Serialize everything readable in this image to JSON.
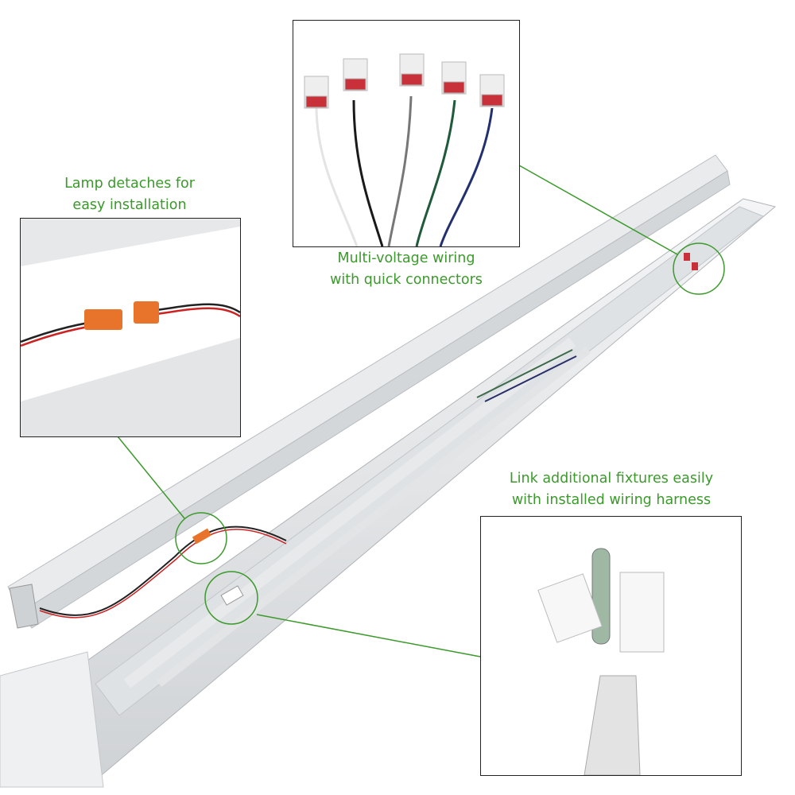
{
  "callouts": {
    "lamp": {
      "line1": "Lamp detaches for",
      "line2": "easy installation"
    },
    "wiring": {
      "line1": "Multi-voltage wiring",
      "line2": "with quick connectors"
    },
    "harness": {
      "line1": "Link additional fixtures easily",
      "line2": "with installed wiring harness"
    }
  },
  "colors": {
    "accent": "#3b9a2b",
    "connector_red": "#c8303a",
    "connector_orange": "#e8732a"
  }
}
